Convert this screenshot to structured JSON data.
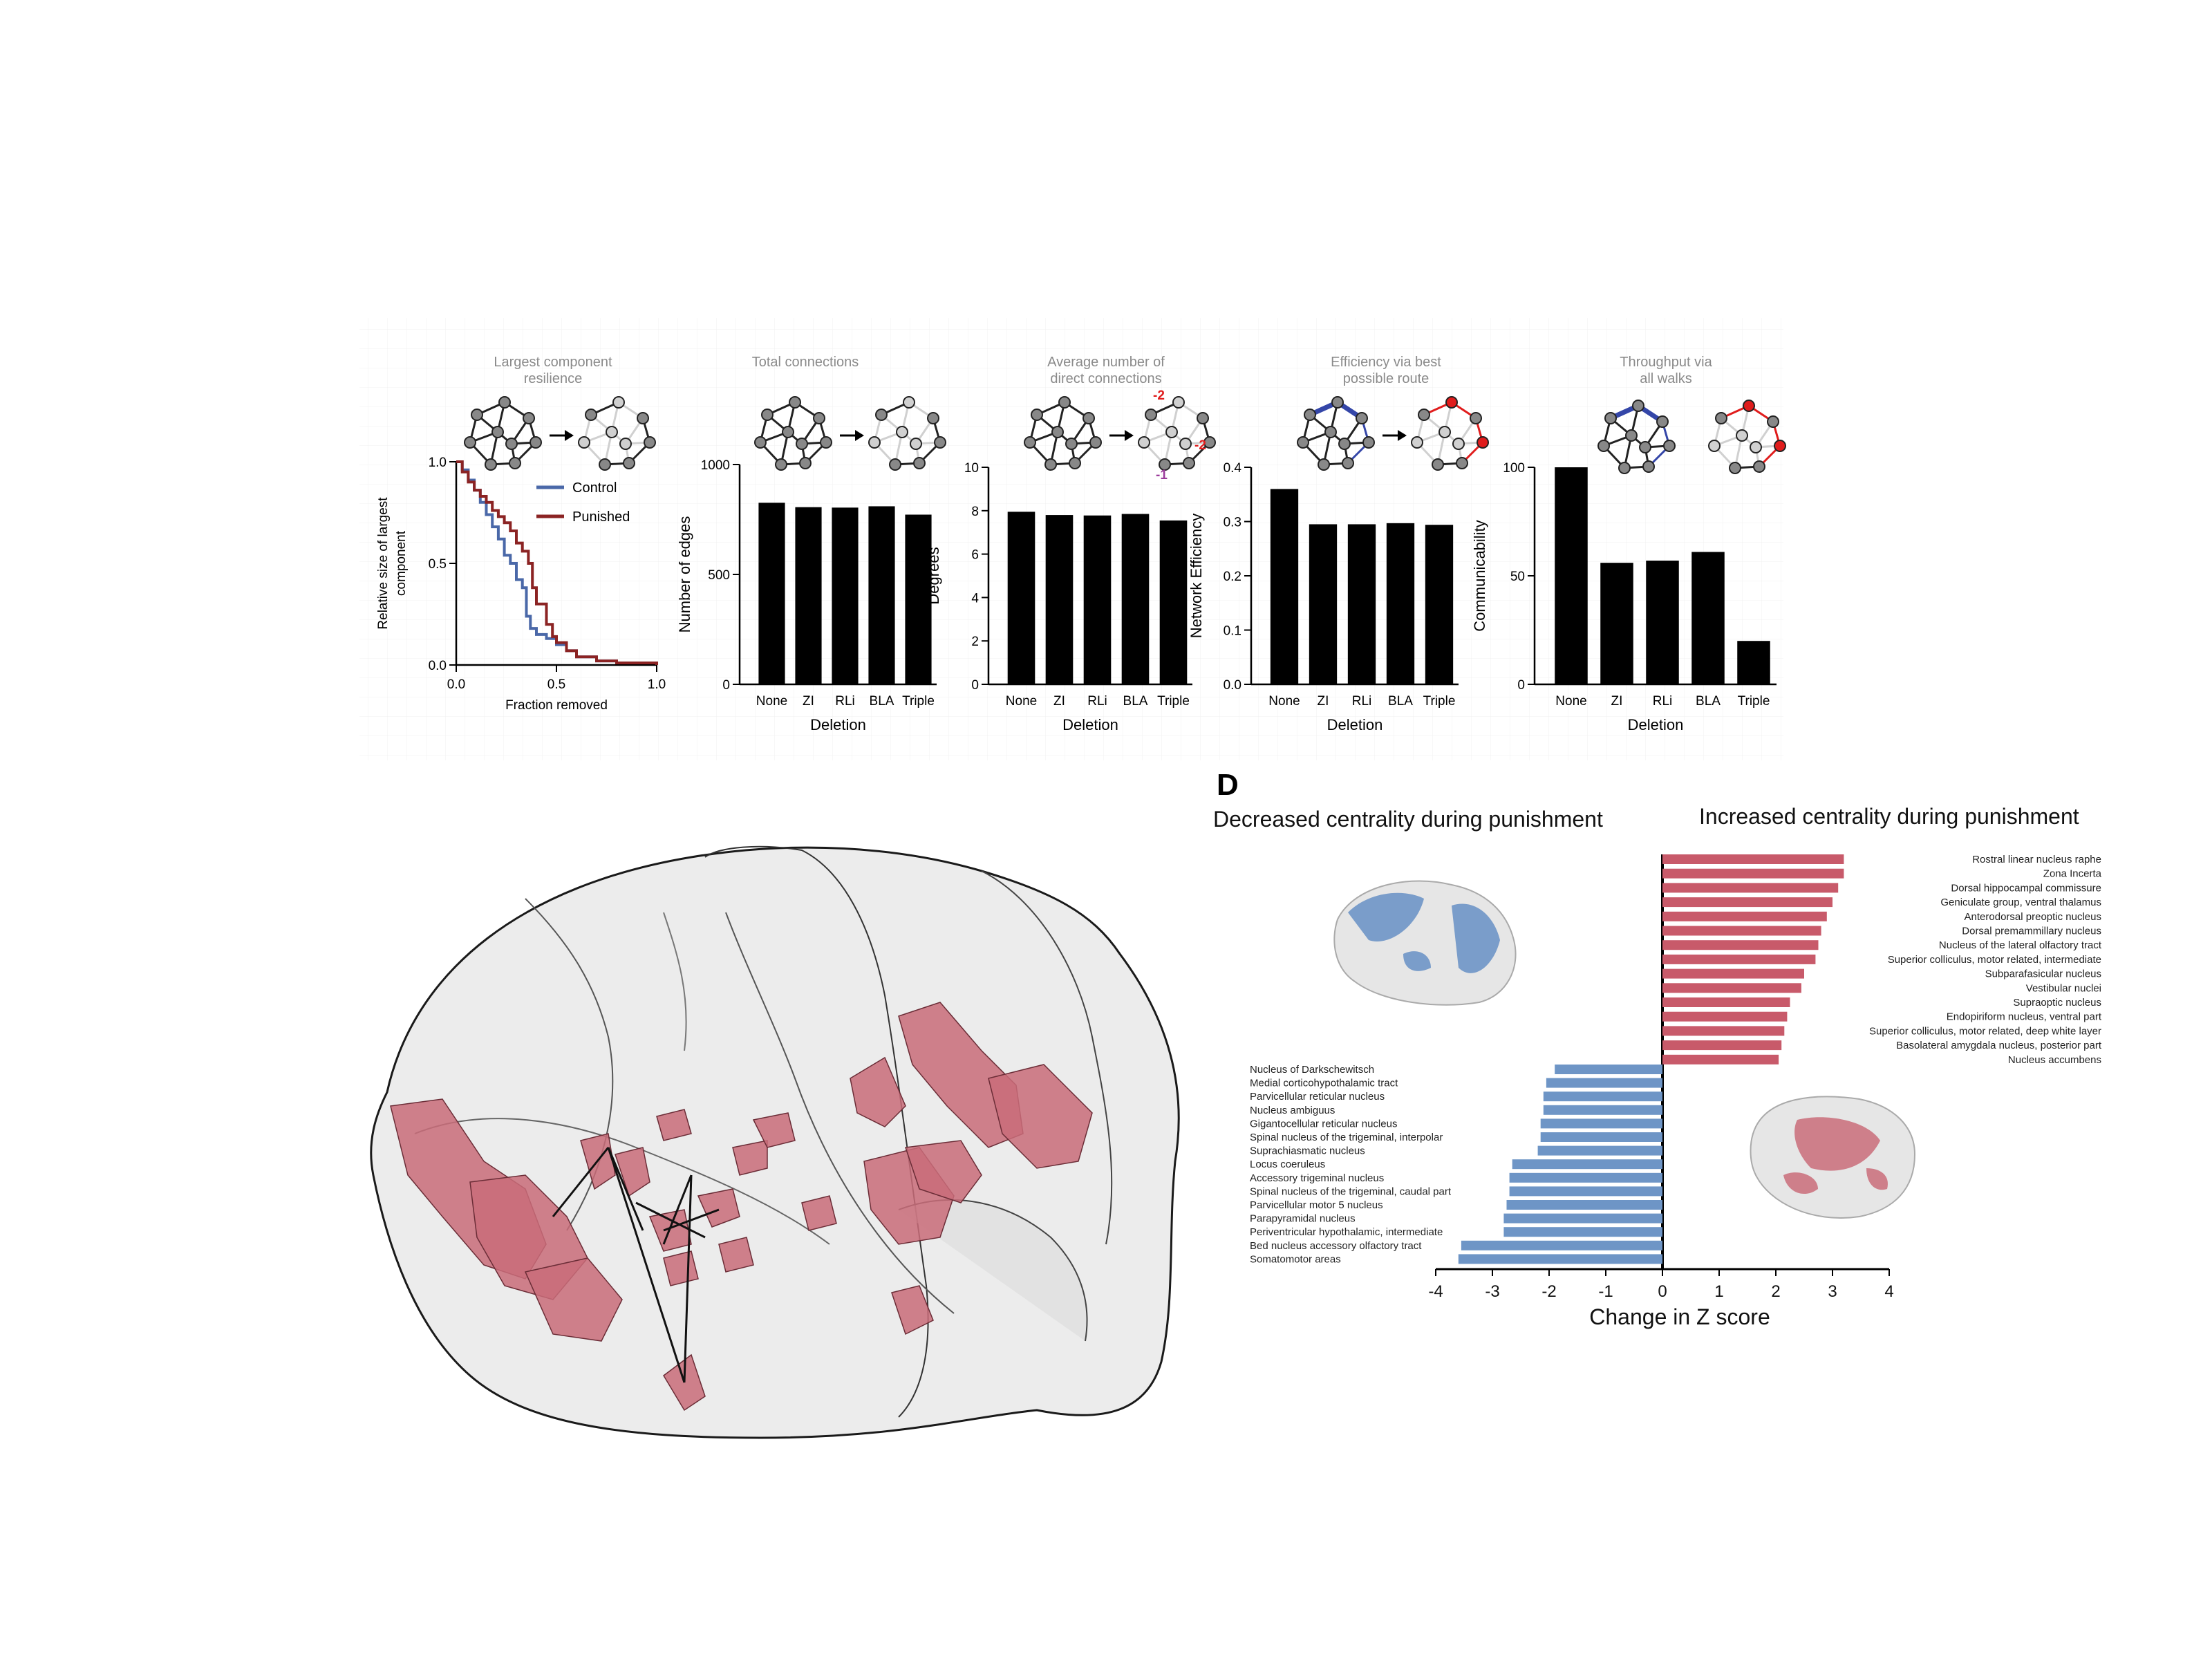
{
  "colors": {
    "control": "#4a68a8",
    "punished": "#8b2323",
    "bar": "#000000",
    "increase": "#c85a6a",
    "decrease": "#6e95c6",
    "brain_region": "#c96c79",
    "highlight_red": "#e01c1c",
    "highlight_purple": "#9b3b9b",
    "node_gray": "#888888",
    "faded": "#d0d0d0"
  },
  "panels": {
    "d_label": "D"
  },
  "chart_data": [
    {
      "id": "resilience",
      "type": "line",
      "subtitle": [
        "Largest component",
        "resilience"
      ],
      "xlabel": "Fraction removed",
      "ylabel": [
        "Relative size of largest",
        "component"
      ],
      "xlim": [
        0,
        1
      ],
      "ylim": [
        0,
        1
      ],
      "xticks": [
        "0.0",
        "0.5",
        "1.0"
      ],
      "yticks": [
        "0.0",
        "0.5",
        "1.0"
      ],
      "legend_position": "top-right",
      "series": [
        {
          "name": "Control",
          "color_key": "control",
          "x": [
            0,
            0.03,
            0.06,
            0.09,
            0.12,
            0.15,
            0.18,
            0.21,
            0.24,
            0.27,
            0.3,
            0.33,
            0.35,
            0.37,
            0.4,
            0.45,
            0.5,
            0.55,
            0.6,
            0.7,
            0.8,
            1.0
          ],
          "y": [
            1.0,
            0.96,
            0.91,
            0.86,
            0.8,
            0.74,
            0.68,
            0.62,
            0.54,
            0.5,
            0.42,
            0.38,
            0.24,
            0.18,
            0.15,
            0.13,
            0.1,
            0.07,
            0.04,
            0.02,
            0.01,
            0.0
          ]
        },
        {
          "name": "Punished",
          "color_key": "punished",
          "x": [
            0,
            0.03,
            0.06,
            0.09,
            0.12,
            0.15,
            0.18,
            0.21,
            0.24,
            0.27,
            0.3,
            0.33,
            0.36,
            0.38,
            0.4,
            0.45,
            0.48,
            0.5,
            0.55,
            0.6,
            0.7,
            0.8,
            1.0
          ],
          "y": [
            1.0,
            0.95,
            0.9,
            0.86,
            0.83,
            0.8,
            0.76,
            0.73,
            0.7,
            0.66,
            0.6,
            0.56,
            0.5,
            0.38,
            0.3,
            0.2,
            0.14,
            0.11,
            0.07,
            0.04,
            0.02,
            0.01,
            0.0
          ]
        }
      ]
    },
    {
      "id": "total-connections",
      "type": "bar",
      "subtitle": [
        "Total connections"
      ],
      "xlabel": "Deletion",
      "ylabel": "Number of edges",
      "ylim": [
        0,
        1000
      ],
      "yticks": [
        "0",
        "500",
        "1000"
      ],
      "categories": [
        "None",
        "ZI",
        "RLi",
        "BLA",
        "Triple"
      ],
      "values": [
        826,
        806,
        804,
        810,
        772
      ]
    },
    {
      "id": "degrees",
      "type": "bar",
      "subtitle": [
        "Average number of",
        "direct connections"
      ],
      "xlabel": "Deletion",
      "ylabel": "Degrees",
      "ylim": [
        0,
        10
      ],
      "yticks": [
        "0",
        "2",
        "4",
        "6",
        "8",
        "10"
      ],
      "categories": [
        "None",
        "ZI",
        "RLi",
        "BLA",
        "Triple"
      ],
      "values": [
        7.95,
        7.8,
        7.78,
        7.85,
        7.55
      ],
      "annotations": [
        "-2",
        "-2",
        "-1"
      ]
    },
    {
      "id": "efficiency",
      "type": "bar",
      "subtitle": [
        "Efficiency via best",
        "possible route"
      ],
      "xlabel": "Deletion",
      "ylabel": "Network Efficiency",
      "ylim": [
        0,
        0.4
      ],
      "yticks": [
        "0.0",
        "0.1",
        "0.2",
        "0.3",
        "0.4"
      ],
      "categories": [
        "None",
        "ZI",
        "RLi",
        "BLA",
        "Triple"
      ],
      "values": [
        0.36,
        0.295,
        0.295,
        0.297,
        0.294
      ]
    },
    {
      "id": "communicability",
      "type": "bar",
      "subtitle": [
        "Throughput via",
        "all walks"
      ],
      "xlabel": "Deletion",
      "ylabel": "Communicability",
      "ylim": [
        0,
        100
      ],
      "yticks": [
        "0",
        "50",
        "100"
      ],
      "categories": [
        "None",
        "ZI",
        "RLi",
        "BLA",
        "Triple"
      ],
      "values": [
        100,
        56,
        57,
        61,
        20
      ]
    },
    {
      "id": "zscore",
      "type": "bar",
      "orientation": "horizontal",
      "title_left": "Decreased centrality during punishment",
      "title_right": "Increased centrality during punishment",
      "xlabel": "Change in Z score",
      "xlim": [
        -4,
        4
      ],
      "xticks": [
        "-4",
        "-3",
        "-2",
        "-1",
        "0",
        "1",
        "2",
        "3",
        "4"
      ],
      "increased": [
        {
          "label": "Rostral linear nucleus raphe",
          "value": 3.2
        },
        {
          "label": "Zona Incerta",
          "value": 3.2
        },
        {
          "label": "Dorsal hippocampal commissure",
          "value": 3.1
        },
        {
          "label": "Geniculate group, ventral thalamus",
          "value": 3.0
        },
        {
          "label": "Anterodorsal preoptic nucleus",
          "value": 2.9
        },
        {
          "label": "Dorsal premammillary nucleus",
          "value": 2.8
        },
        {
          "label": "Nucleus of the lateral olfactory tract",
          "value": 2.75
        },
        {
          "label": "Superior colliculus, motor related, intermediate",
          "value": 2.7
        },
        {
          "label": "Subparafasicular nucleus",
          "value": 2.5
        },
        {
          "label": "Vestibular nuclei",
          "value": 2.45
        },
        {
          "label": "Supraoptic nucleus",
          "value": 2.25
        },
        {
          "label": "Endopiriform nucleus, ventral part",
          "value": 2.2
        },
        {
          "label": "Superior colliculus, motor related, deep white layer",
          "value": 2.15
        },
        {
          "label": "Basolateral amygdala nucleus, posterior part",
          "value": 2.1
        },
        {
          "label": "Nucleus accumbens",
          "value": 2.05
        }
      ],
      "decreased": [
        {
          "label": "Nucleus of Darkschewitsch",
          "value": -1.9
        },
        {
          "label": "Medial corticohypothalamic tract",
          "value": -2.05
        },
        {
          "label": "Parvicellular reticular nucleus",
          "value": -2.1
        },
        {
          "label": "Nucleus ambiguus",
          "value": -2.1
        },
        {
          "label": "Gigantocellular reticular nucleus",
          "value": -2.15
        },
        {
          "label": "Spinal nucleus of the trigeminal, interpolar",
          "value": -2.15
        },
        {
          "label": "Suprachiasmatic nucleus",
          "value": -2.2
        },
        {
          "label": "Locus coeruleus",
          "value": -2.65
        },
        {
          "label": "Accessory trigeminal nucleus",
          "value": -2.7
        },
        {
          "label": "Spinal nucleus of the trigeminal, caudal part",
          "value": -2.7
        },
        {
          "label": "Parvicellular motor 5 nucleus",
          "value": -2.75
        },
        {
          "label": "Parapyramidal nucleus",
          "value": -2.8
        },
        {
          "label": "Periventricular hypothalamic, intermediate",
          "value": -2.8
        },
        {
          "label": "Bed nucleus  accessory olfactory tract",
          "value": -3.55
        },
        {
          "label": "Somatomotor areas",
          "value": -3.6
        }
      ]
    }
  ]
}
